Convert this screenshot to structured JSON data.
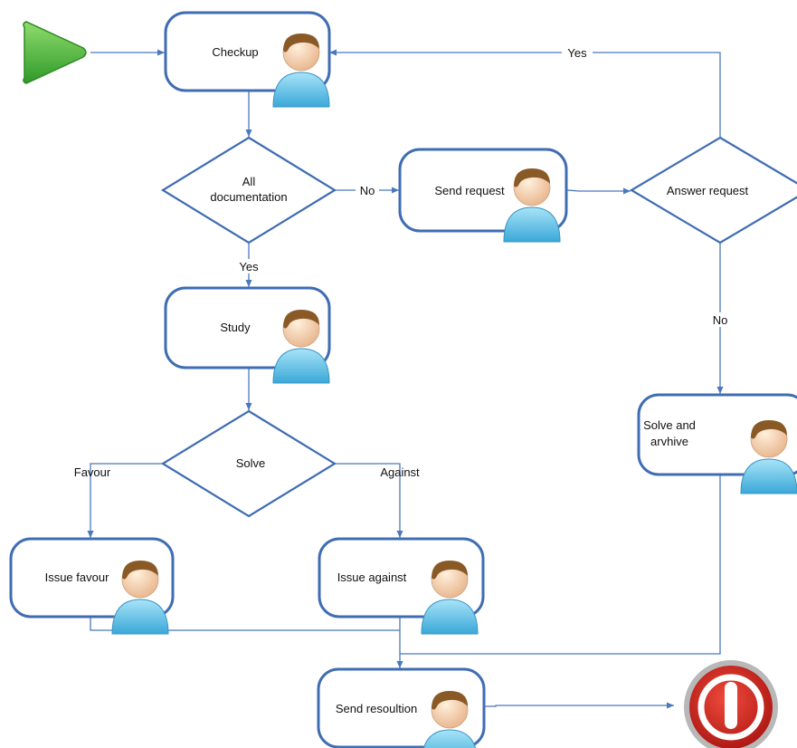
{
  "tasks": {
    "checkup": "Checkup",
    "send_request": "Send request",
    "study": "Study",
    "solve_archive": [
      "Solve and",
      "arvhive"
    ],
    "issue_favour": "Issue favour",
    "issue_against": "Issue against",
    "send_resolution": "Send resoultion"
  },
  "gateways": {
    "all_documentation": [
      "All",
      "documentation"
    ],
    "answer_request": "Answer request",
    "solve": "Solve"
  },
  "flow_labels": {
    "no_request": "No",
    "yes_study": "Yes",
    "yes_checkup": "Yes",
    "no_archive": "No",
    "favour": "Favour",
    "against": "Against"
  },
  "icons": {
    "start": "start-event-play-icon",
    "end": "end-event-stop-icon",
    "task_performer": "user-performer-icon"
  },
  "colors": {
    "box_stroke": "#3f6db3",
    "connector": "#4a78be",
    "start_fill": "#5cb947",
    "end_fill": "#cc1c1c"
  }
}
